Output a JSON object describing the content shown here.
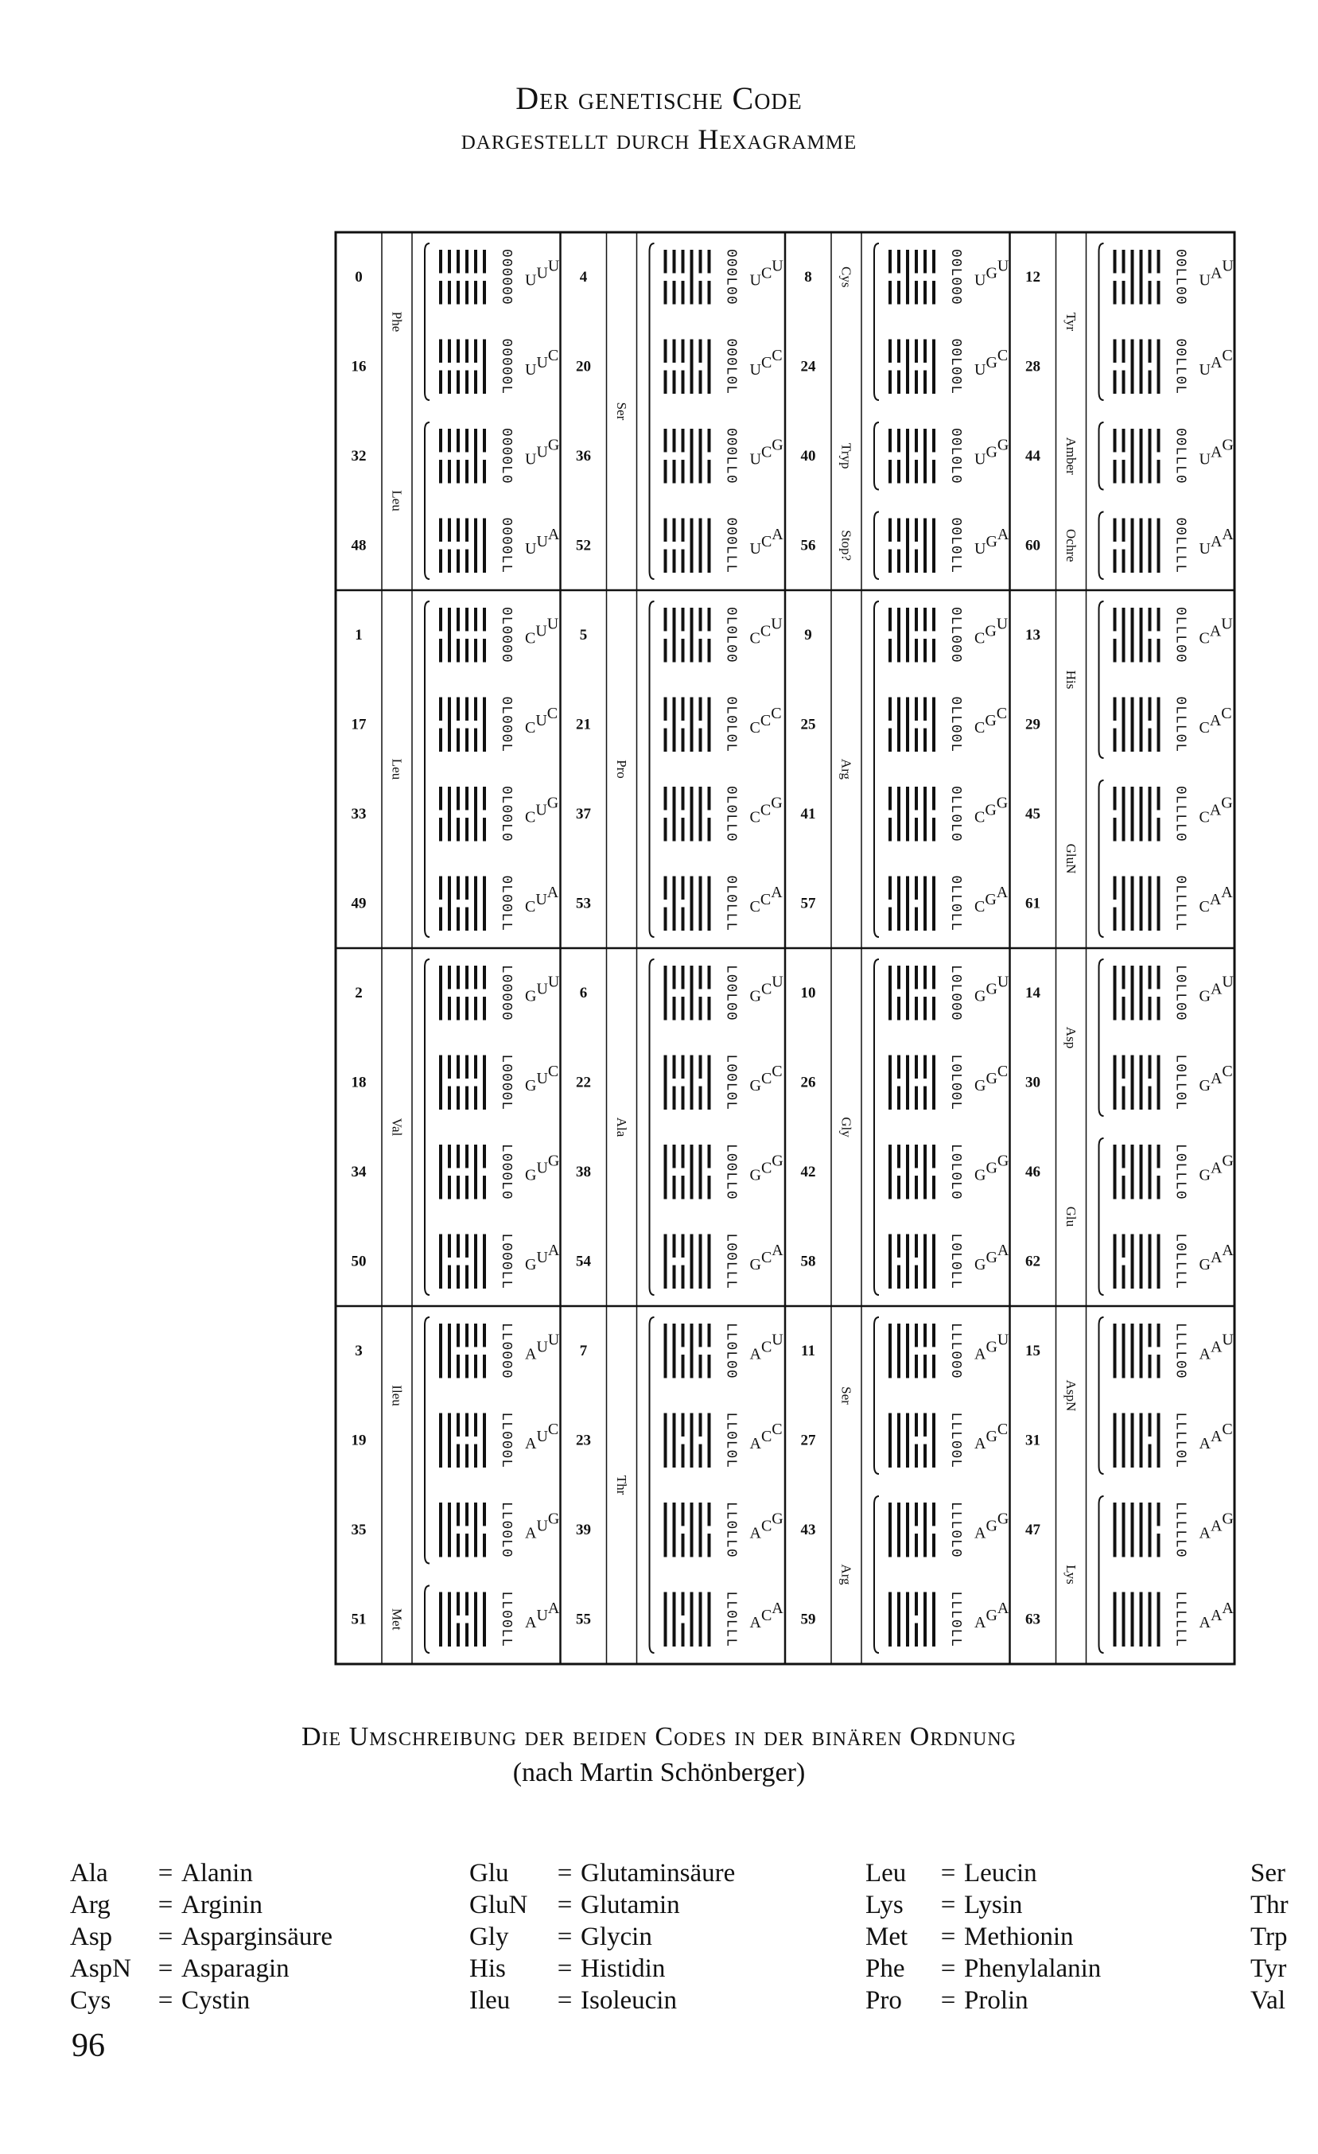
{
  "header": {
    "title_line1": "Der genetische Code",
    "title_line2": "dargestellt durch Hexagramme"
  },
  "table": {
    "bases": [
      "U",
      "C",
      "G",
      "A"
    ],
    "columns": [
      {
        "nums": [
          [
            0,
            16,
            32,
            48
          ],
          [
            1,
            17,
            33,
            49
          ],
          [
            2,
            18,
            34,
            50
          ],
          [
            3,
            19,
            35,
            51
          ]
        ],
        "labels": [
          [
            {
              "t": "Phe",
              "rows": [
                0,
                1
              ]
            },
            {
              "t": "Leu",
              "rows": [
                2,
                3
              ]
            }
          ],
          [
            {
              "t": "Leu",
              "rows": [
                0,
                3
              ]
            }
          ],
          [
            {
              "t": "Val",
              "rows": [
                0,
                3
              ]
            }
          ],
          [
            {
              "t": "Ileu",
              "rows": [
                0,
                1
              ]
            },
            {
              "t": "Met",
              "rows": [
                3,
                3
              ]
            }
          ]
        ],
        "braces": [
          [
            [
              0,
              1
            ],
            [
              2,
              3
            ]
          ],
          [
            [
              0,
              3
            ]
          ],
          [
            [
              0,
              3
            ]
          ],
          [
            [
              0,
              2
            ],
            [
              3,
              3
            ]
          ]
        ]
      },
      {
        "nums": [
          [
            4,
            20,
            36,
            52
          ],
          [
            5,
            21,
            37,
            53
          ],
          [
            6,
            22,
            38,
            54
          ],
          [
            7,
            23,
            39,
            55
          ]
        ],
        "labels": [
          [
            {
              "t": "Ser",
              "rows": [
                0,
                3
              ]
            }
          ],
          [
            {
              "t": "Pro",
              "rows": [
                0,
                3
              ]
            }
          ],
          [
            {
              "t": "Ala",
              "rows": [
                0,
                3
              ]
            }
          ],
          [
            {
              "t": "Thr",
              "rows": [
                0,
                3
              ]
            }
          ]
        ],
        "braces": [
          [
            [
              0,
              3
            ]
          ],
          [
            [
              0,
              3
            ]
          ],
          [
            [
              0,
              3
            ]
          ],
          [
            [
              0,
              3
            ]
          ]
        ]
      },
      {
        "nums": [
          [
            8,
            24,
            40,
            56
          ],
          [
            9,
            25,
            41,
            57
          ],
          [
            10,
            26,
            42,
            58
          ],
          [
            11,
            27,
            43,
            59
          ]
        ],
        "labels": [
          [
            {
              "t": "Cys",
              "rows": [
                0,
                0
              ]
            },
            {
              "t": "Tryp",
              "rows": [
                2,
                2
              ]
            },
            {
              "t": "Stop?",
              "rows": [
                3,
                3
              ]
            }
          ],
          [
            {
              "t": "Arg",
              "rows": [
                0,
                3
              ]
            }
          ],
          [
            {
              "t": "Gly",
              "rows": [
                0,
                3
              ]
            }
          ],
          [
            {
              "t": "Ser",
              "rows": [
                0,
                1
              ]
            },
            {
              "t": "Arg",
              "rows": [
                2,
                3
              ]
            }
          ]
        ],
        "braces": [
          [
            [
              0,
              1
            ],
            [
              2,
              2
            ],
            [
              3,
              3
            ]
          ],
          [
            [
              0,
              3
            ]
          ],
          [
            [
              0,
              3
            ]
          ],
          [
            [
              0,
              1
            ],
            [
              2,
              3
            ]
          ]
        ]
      },
      {
        "nums": [
          [
            12,
            28,
            44,
            60
          ],
          [
            13,
            29,
            45,
            61
          ],
          [
            14,
            30,
            46,
            62
          ],
          [
            15,
            31,
            47,
            63
          ]
        ],
        "labels": [
          [
            {
              "t": "Tyr",
              "rows": [
                0,
                1
              ]
            },
            {
              "t": "Amber",
              "rows": [
                2,
                2
              ]
            },
            {
              "t": "Ochre",
              "rows": [
                3,
                3
              ]
            }
          ],
          [
            {
              "t": "His",
              "rows": [
                0,
                1
              ]
            },
            {
              "t": "GluN",
              "rows": [
                2,
                3
              ]
            }
          ],
          [
            {
              "t": "Asp",
              "rows": [
                0,
                1
              ]
            },
            {
              "t": "Glu",
              "rows": [
                2,
                3
              ]
            }
          ],
          [
            {
              "t": "AspN",
              "rows": [
                0,
                1
              ]
            },
            {
              "t": "Lys",
              "rows": [
                2,
                3
              ]
            }
          ]
        ],
        "braces": [
          [
            [
              0,
              1
            ],
            [
              2,
              2
            ],
            [
              3,
              3
            ]
          ],
          [
            [
              0,
              1
            ],
            [
              2,
              3
            ]
          ],
          [
            [
              0,
              1
            ],
            [
              2,
              3
            ]
          ],
          [
            [
              0,
              1
            ],
            [
              2,
              3
            ]
          ]
        ]
      }
    ]
  },
  "caption": {
    "line1": "Die Umschreibung der beiden Codes in der binären Ordnung",
    "line2": "(nach Martin Schönberger)"
  },
  "legend": {
    "col1": [
      {
        "abbr": "Ala",
        "name": "Alanin"
      },
      {
        "abbr": "Arg",
        "name": "Arginin"
      },
      {
        "abbr": "Asp",
        "name": "Asparginsäure"
      },
      {
        "abbr": "AspN",
        "name": "Asparagin"
      },
      {
        "abbr": "Cys",
        "name": "Cystin"
      }
    ],
    "col2": [
      {
        "abbr": "Glu",
        "name": "Glutaminsäure"
      },
      {
        "abbr": "GluN",
        "name": "Glutamin"
      },
      {
        "abbr": "Gly",
        "name": "Glycin"
      },
      {
        "abbr": "His",
        "name": "Histidin"
      },
      {
        "abbr": "Ileu",
        "name": "Isoleucin"
      }
    ],
    "col3": [
      {
        "abbr": "Leu",
        "name": "Leucin"
      },
      {
        "abbr": "Lys",
        "name": "Lysin"
      },
      {
        "abbr": "Met",
        "name": "Methionin"
      },
      {
        "abbr": "Phe",
        "name": "Phenylalanin"
      },
      {
        "abbr": "Pro",
        "name": "Prolin"
      }
    ],
    "col4": [
      "Ser",
      "Thr",
      "Trp",
      "Tyr",
      "Val"
    ]
  },
  "footer": {
    "page_number": "96"
  }
}
